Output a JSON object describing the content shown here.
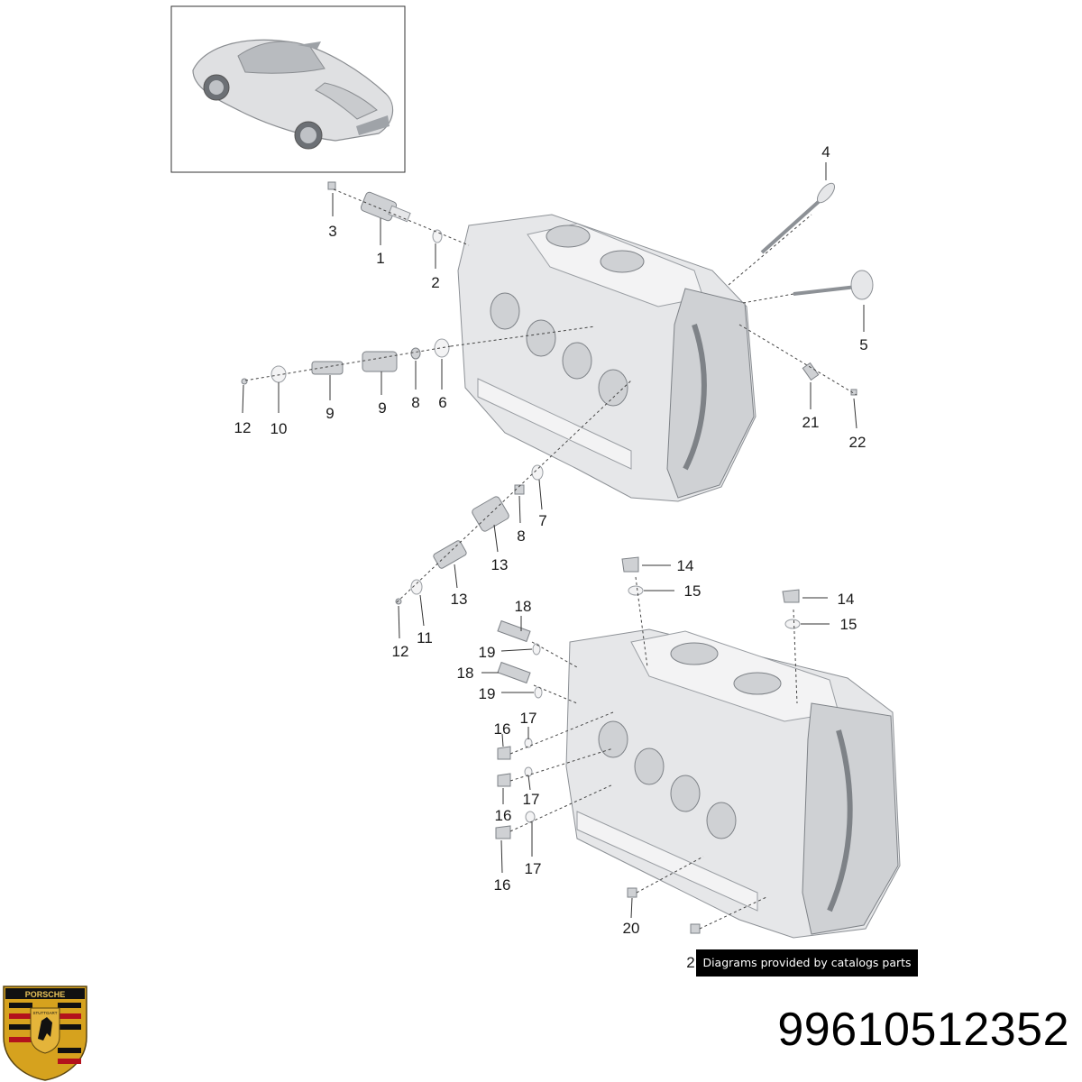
{
  "callouts": {
    "c1": "1",
    "c2": "2",
    "c3": "3",
    "c4": "4",
    "c5": "5",
    "c6": "6",
    "c7": "7",
    "c8": "8",
    "c9": "9",
    "c10": "10",
    "c11": "11",
    "c12": "12",
    "c13": "13",
    "c14": "14",
    "c15": "15",
    "c16": "16",
    "c17": "17",
    "c18": "18",
    "c19": "19",
    "c20": "20",
    "c21": "21",
    "c22": "22",
    "c2_partial": "2"
  },
  "credit_text": "Diagrams provided by catalogs parts",
  "part_number": "99610512352",
  "logo": {
    "name": "porsche-crest",
    "wordmark": "PORSCHE",
    "city": "STUTTGART"
  },
  "colors": {
    "accent": "#000000",
    "crest_gold": "#d6a21e",
    "crest_red": "#b3121c"
  }
}
